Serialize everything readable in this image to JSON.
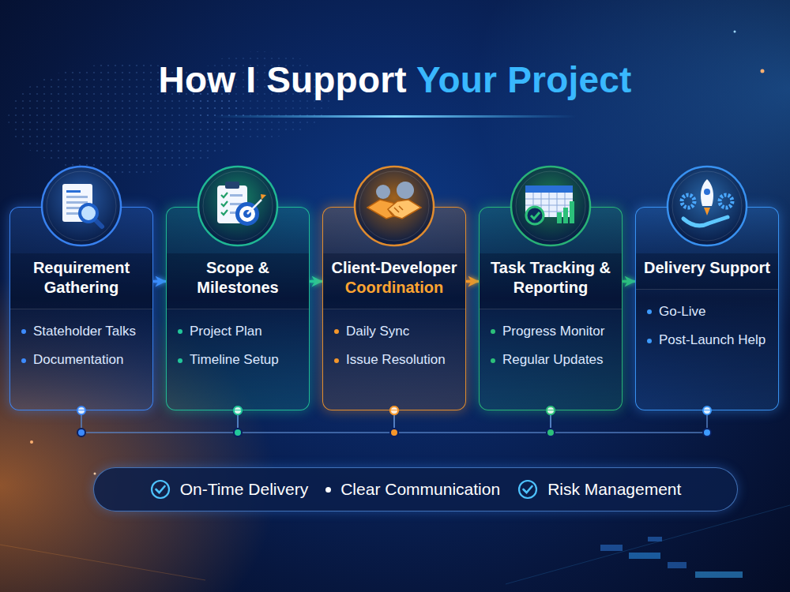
{
  "diagram": {
    "title": "How I Support Your Project",
    "nodes": [
      {
        "text": [
          "Requirement Gathering",
          "Stateholder Talks",
          "Documentation"
        ]
      },
      {
        "text": [
          "Scope & Milestones",
          "Project Plan",
          "Timeline Setup"
        ]
      },
      {
        "text": [
          "Client-Developer Coordination",
          "Daily Sync",
          "Issue Resolution"
        ]
      },
      {
        "text": [
          "Task Tracking & Reporting",
          "Progress Monitor",
          "Regular Updates"
        ]
      },
      {
        "text": [
          "Delivery Support",
          "Go-Live",
          "Post-Launch Help"
        ]
      },
      {
        "text": [
          "On-Time Delivery",
          "Clear Communication",
          "Risk Management"
        ]
      }
    ],
    "edges": [
      {
        "from": 0,
        "to": 1,
        "arrow": "to"
      },
      {
        "from": 1,
        "to": 2,
        "arrow": "to"
      },
      {
        "from": 2,
        "to": 3,
        "arrow": "to"
      },
      {
        "from": 3,
        "to": 4,
        "arrow": "to"
      },
      {
        "from": 0,
        "to": 1,
        "arrow": "none"
      },
      {
        "from": 1,
        "to": 2,
        "arrow": "none"
      },
      {
        "from": 2,
        "to": 3,
        "arrow": "none"
      },
      {
        "from": 3,
        "to": 4,
        "arrow": "none"
      }
    ]
  }
}
